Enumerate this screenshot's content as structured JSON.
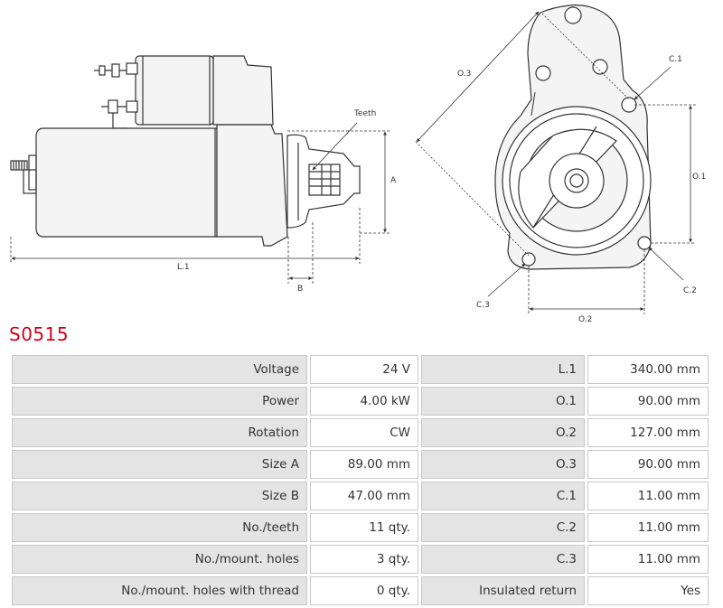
{
  "product": {
    "code": "S0515"
  },
  "drawing": {
    "side_view": {
      "teeth_label": "Teeth",
      "a_label": "A",
      "b_label": "B",
      "l1_label": "L.1"
    },
    "front_view": {
      "o1_label": "O.1",
      "o2_label": "O.2",
      "o3_label": "O.3",
      "c1_label": "C.1",
      "c2_label": "C.2",
      "c3_label": "C.3"
    }
  },
  "specs": [
    {
      "label": "Voltage",
      "value": "24 V",
      "label2": "L.1",
      "value2": "340.00 mm"
    },
    {
      "label": "Power",
      "value": "4.00 kW",
      "label2": "O.1",
      "value2": "90.00 mm"
    },
    {
      "label": "Rotation",
      "value": "CW",
      "label2": "O.2",
      "value2": "127.00 mm"
    },
    {
      "label": "Size A",
      "value": "89.00 mm",
      "label2": "O.3",
      "value2": "90.00 mm"
    },
    {
      "label": "Size B",
      "value": "47.00 mm",
      "label2": "C.1",
      "value2": "11.00 mm"
    },
    {
      "label": "No./teeth",
      "value": "11 qty.",
      "label2": "C.2",
      "value2": "11.00 mm"
    },
    {
      "label": "No./mount. holes",
      "value": "3 qty.",
      "label2": "C.3",
      "value2": "11.00 mm"
    },
    {
      "label": "No./mount. holes with thread",
      "value": "0 qty.",
      "label2": "Insulated return",
      "value2": "Yes"
    }
  ]
}
